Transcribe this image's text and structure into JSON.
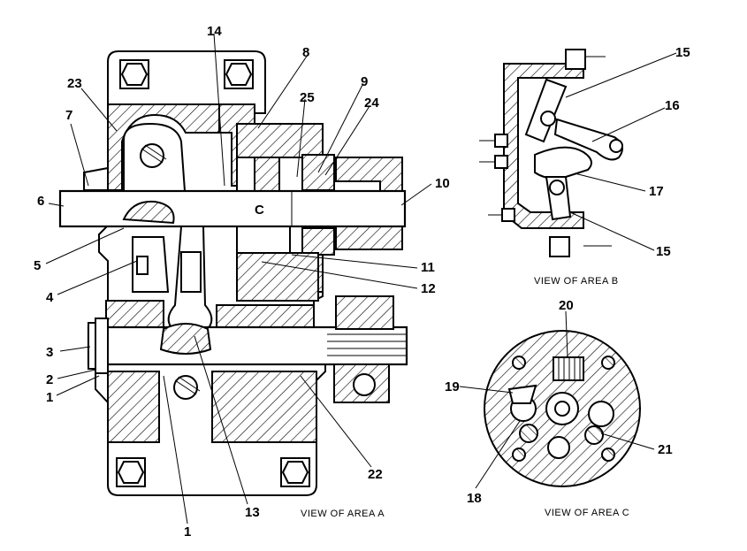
{
  "callouts": [
    {
      "id": "n1a",
      "text": "1"
    },
    {
      "id": "n1b",
      "text": "1"
    },
    {
      "id": "n2",
      "text": "2"
    },
    {
      "id": "n3",
      "text": "3"
    },
    {
      "id": "n4",
      "text": "4"
    },
    {
      "id": "n5",
      "text": "5"
    },
    {
      "id": "n6",
      "text": "6"
    },
    {
      "id": "n7",
      "text": "7"
    },
    {
      "id": "n8",
      "text": "8"
    },
    {
      "id": "n9",
      "text": "9"
    },
    {
      "id": "n10",
      "text": "10"
    },
    {
      "id": "n11",
      "text": "11"
    },
    {
      "id": "n12",
      "text": "12"
    },
    {
      "id": "n13",
      "text": "13"
    },
    {
      "id": "n14",
      "text": "14"
    },
    {
      "id": "n15a",
      "text": "15"
    },
    {
      "id": "n15b",
      "text": "15"
    },
    {
      "id": "n16",
      "text": "16"
    },
    {
      "id": "n17",
      "text": "17"
    },
    {
      "id": "n18",
      "text": "18"
    },
    {
      "id": "n19",
      "text": "19"
    },
    {
      "id": "n20",
      "text": "20"
    },
    {
      "id": "n21",
      "text": "21"
    },
    {
      "id": "n22",
      "text": "22"
    },
    {
      "id": "n23",
      "text": "23"
    },
    {
      "id": "n24",
      "text": "24"
    },
    {
      "id": "n25",
      "text": "25"
    }
  ],
  "shaft_marker": "C",
  "captions": {
    "view_a": "VIEW  OF  AREA  A",
    "view_b": "VIEW  OF  AREA  B",
    "view_c": "VIEW  OF  AREA  C"
  }
}
